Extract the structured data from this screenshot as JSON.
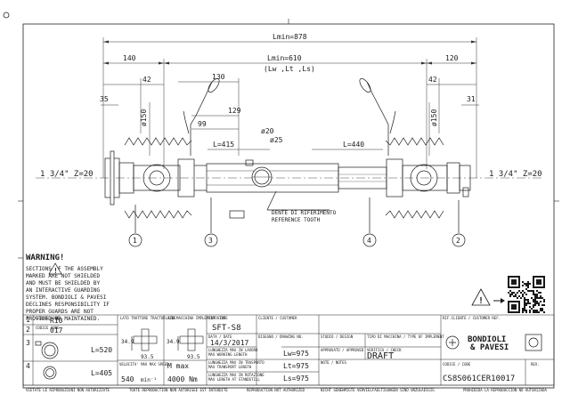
{
  "dims": {
    "lmin": "Lmin=878",
    "lmin2": "Lmin=610",
    "lmin2_sub": "(Lw ,Lt ,Ls)",
    "d140": "140",
    "d120": "120",
    "d42a": "42",
    "d42b": "42",
    "d35": "35",
    "d31": "31",
    "d130": "130",
    "d129": "129",
    "d99": "99",
    "phi150a": "ø150",
    "phi150b": "ø150",
    "phi20": "ø20",
    "phi25": "ø25",
    "l415": "L=415",
    "l440": "L=440",
    "spline_left": "1 3/4\" Z=20",
    "spline_right": "1 3/4\" Z=20",
    "ref_tooth_it": "DENTE DI RIFERIMENTO",
    "ref_tooth_en": "REFERENCE TOOTH",
    "bubbles": [
      "1",
      "3",
      "4",
      "2"
    ]
  },
  "warning": {
    "title": "WARNING!",
    "lines": [
      "SECTIONS     OF THE ASSEMBLY",
      "MARKED      ARE NOT SHIELDED",
      "AND MUST BE SHIELDED BY",
      "AN INTERACTIVE GUARDING",
      "SYSTEM. BONDIOLI & PAVESI",
      "DECLINES RESPONSIBILITY IF",
      "PROPER GUARDS ARE NOT",
      "PROVIDED OR MAINTAINED."
    ]
  },
  "parts": [
    {
      "num": "1",
      "label": "CODICE CODE",
      "code": "R10"
    },
    {
      "num": "2",
      "label": "CODICE CODE",
      "code": "017"
    },
    {
      "num": "3",
      "label": "",
      "code": "L=520"
    },
    {
      "num": "4",
      "label": "",
      "code": "L=405"
    }
  ],
  "title_block": {
    "cross_a_title": "LATO TRATTORE TRACTOR SIDE",
    "cross_b_title": "LATO MACCHINA IMPLEMENT SIDE",
    "cross_a_dims": [
      "34.9",
      "93.5"
    ],
    "cross_b_dims": [
      "34.9",
      "93.5"
    ],
    "speed_label": "VELOCITA' MAX MAX SPEED",
    "speed_value": "540",
    "speed_unit": "min⁻¹",
    "torque_label": "M max",
    "torque_value": "4000 Nm",
    "type_label": "TIPO-TYPE",
    "type_value": "SFT-S8",
    "date_label": "DATA / DATE",
    "date_value": "14/3/2017",
    "client_label": "CLIENTE / CUSTOMER",
    "drawing_label": "DISEGNO / DRAWING NO.",
    "lw_label": "LUNGHEZZA MAX IN LAVORO MAX WORKING LENGTH",
    "lw_value": "Lw=975",
    "lt_label": "LUNGHEZZA MAX IN TRASPORTO MAX TRANSPORT LENGTH",
    "lt_value": "Lt=975",
    "ls_label": "LUNGHEZZA MAX IN ROTAZIONE MAX LENGTH AT STANDSTILL",
    "ls_value": "Ls=975",
    "study_label": "STUDIO / DESIGN",
    "machine_label": "TIPO DI MACCHINA / TYPE OF IMPLEMENT",
    "approve_label": "APPROVATO / APPROVED",
    "check_label": "VERIFICA / CHECK",
    "draft_value": "DRAFT",
    "notes_label": "NOTE / NOTES",
    "client_ref_label": "RIF.CLIENTE / CUSTOMER REF.",
    "brand_line1": "BONDIOLI",
    "brand_line2": "& PAVESI",
    "code_label": "CODICE / CODE",
    "rev_label": "REV.",
    "code_value": "CS8S061CER10017"
  },
  "footer": [
    "VIETATE LE RIPRODUZIONI NON AUTORIZZATE",
    "TOUTE REPRODUCTION NON AUTORISEE EST INTERDITE",
    "REPRODUCTION NOT AUTHORIZED",
    "NICHT GENEHMIGTE VERVIELFAELTIGUNGEN SIND UNZULAESSIG",
    "PROHIBIDA LA REPRODUCCION NO AUTORIZADA"
  ],
  "colors": {
    "ink": "#1a1a1a",
    "frame": "#222222",
    "dim_line": "#333333"
  }
}
